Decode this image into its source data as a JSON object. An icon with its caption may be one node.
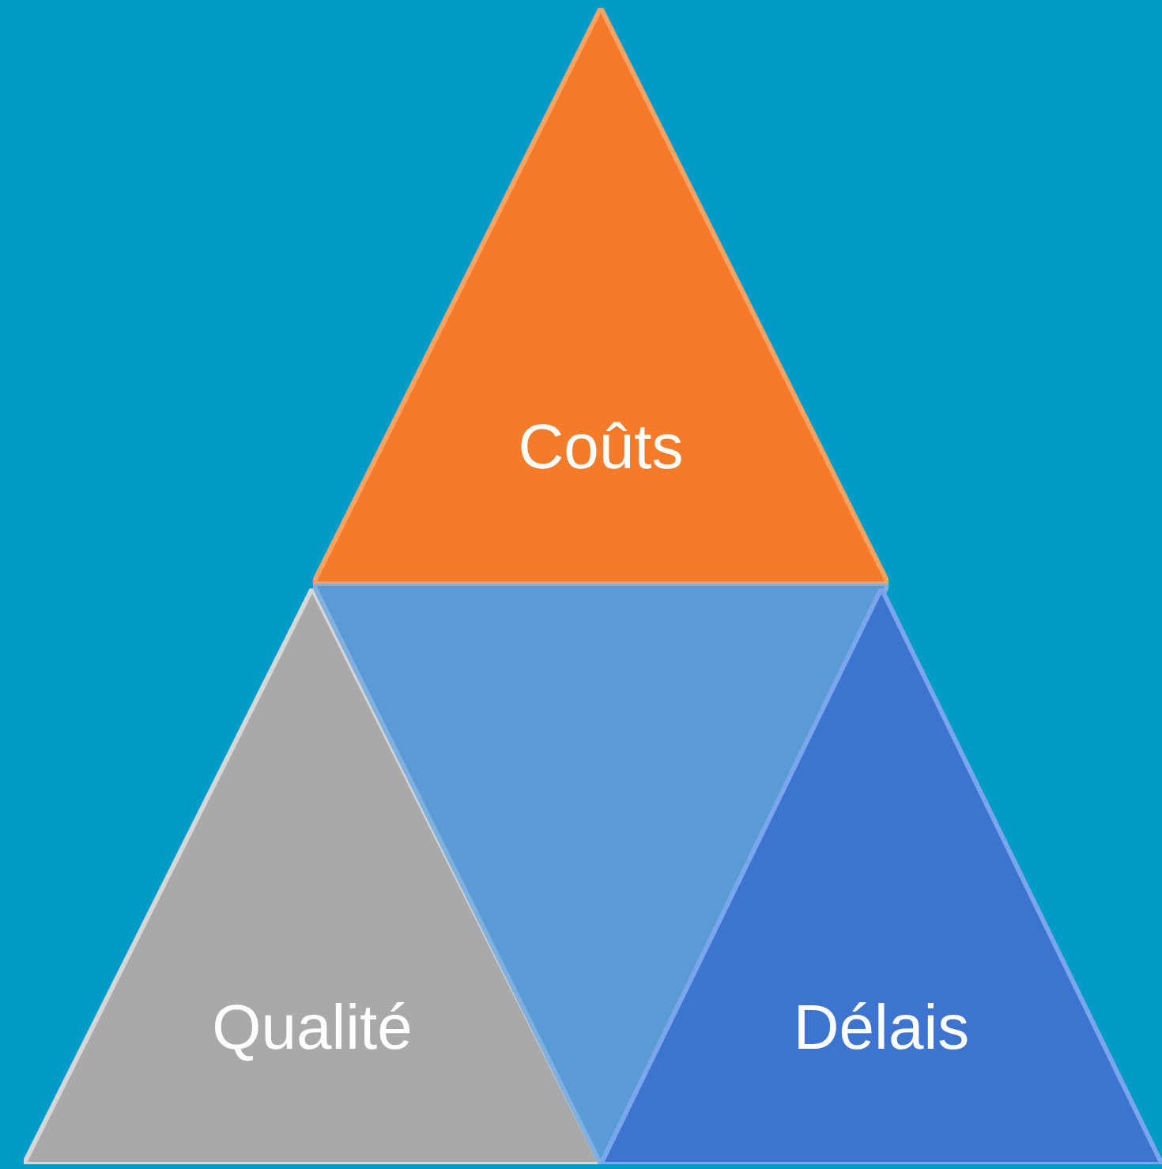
{
  "diagram": {
    "nodes": [
      {
        "text": [
          "Coûts"
        ]
      },
      {
        "text": [
          "Qualité"
        ]
      },
      {
        "text": [],
        "shape": "triangle"
      },
      {
        "text": [
          "Délais"
        ]
      }
    ]
  }
}
